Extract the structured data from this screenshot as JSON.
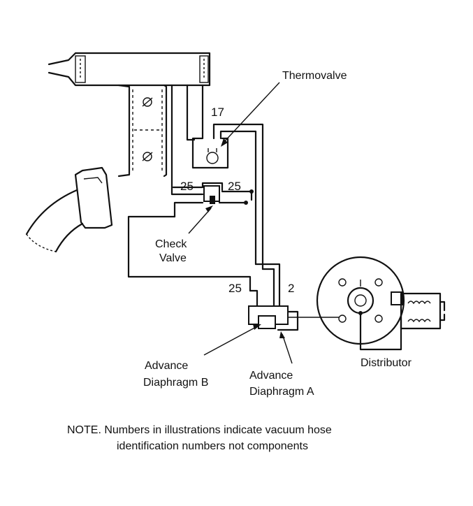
{
  "labels": {
    "thermovalve": "Thermovalve",
    "check_valve_line1": "Check",
    "check_valve_line2": "Valve",
    "advance_b_line1": "Advance",
    "advance_b_line2": "Diaphragm B",
    "advance_a_line1": "Advance",
    "advance_a_line2": "Diaphragm A",
    "distributor": "Distributor"
  },
  "hose_numbers": {
    "hose_17": "17",
    "hose_25_left": "25",
    "hose_25_right": "25",
    "hose_25_lower": "25",
    "hose_2": "2"
  },
  "note": {
    "line1": "NOTE. Numbers in illustrations indicate vacuum hose",
    "line2": "identification numbers  not components"
  }
}
